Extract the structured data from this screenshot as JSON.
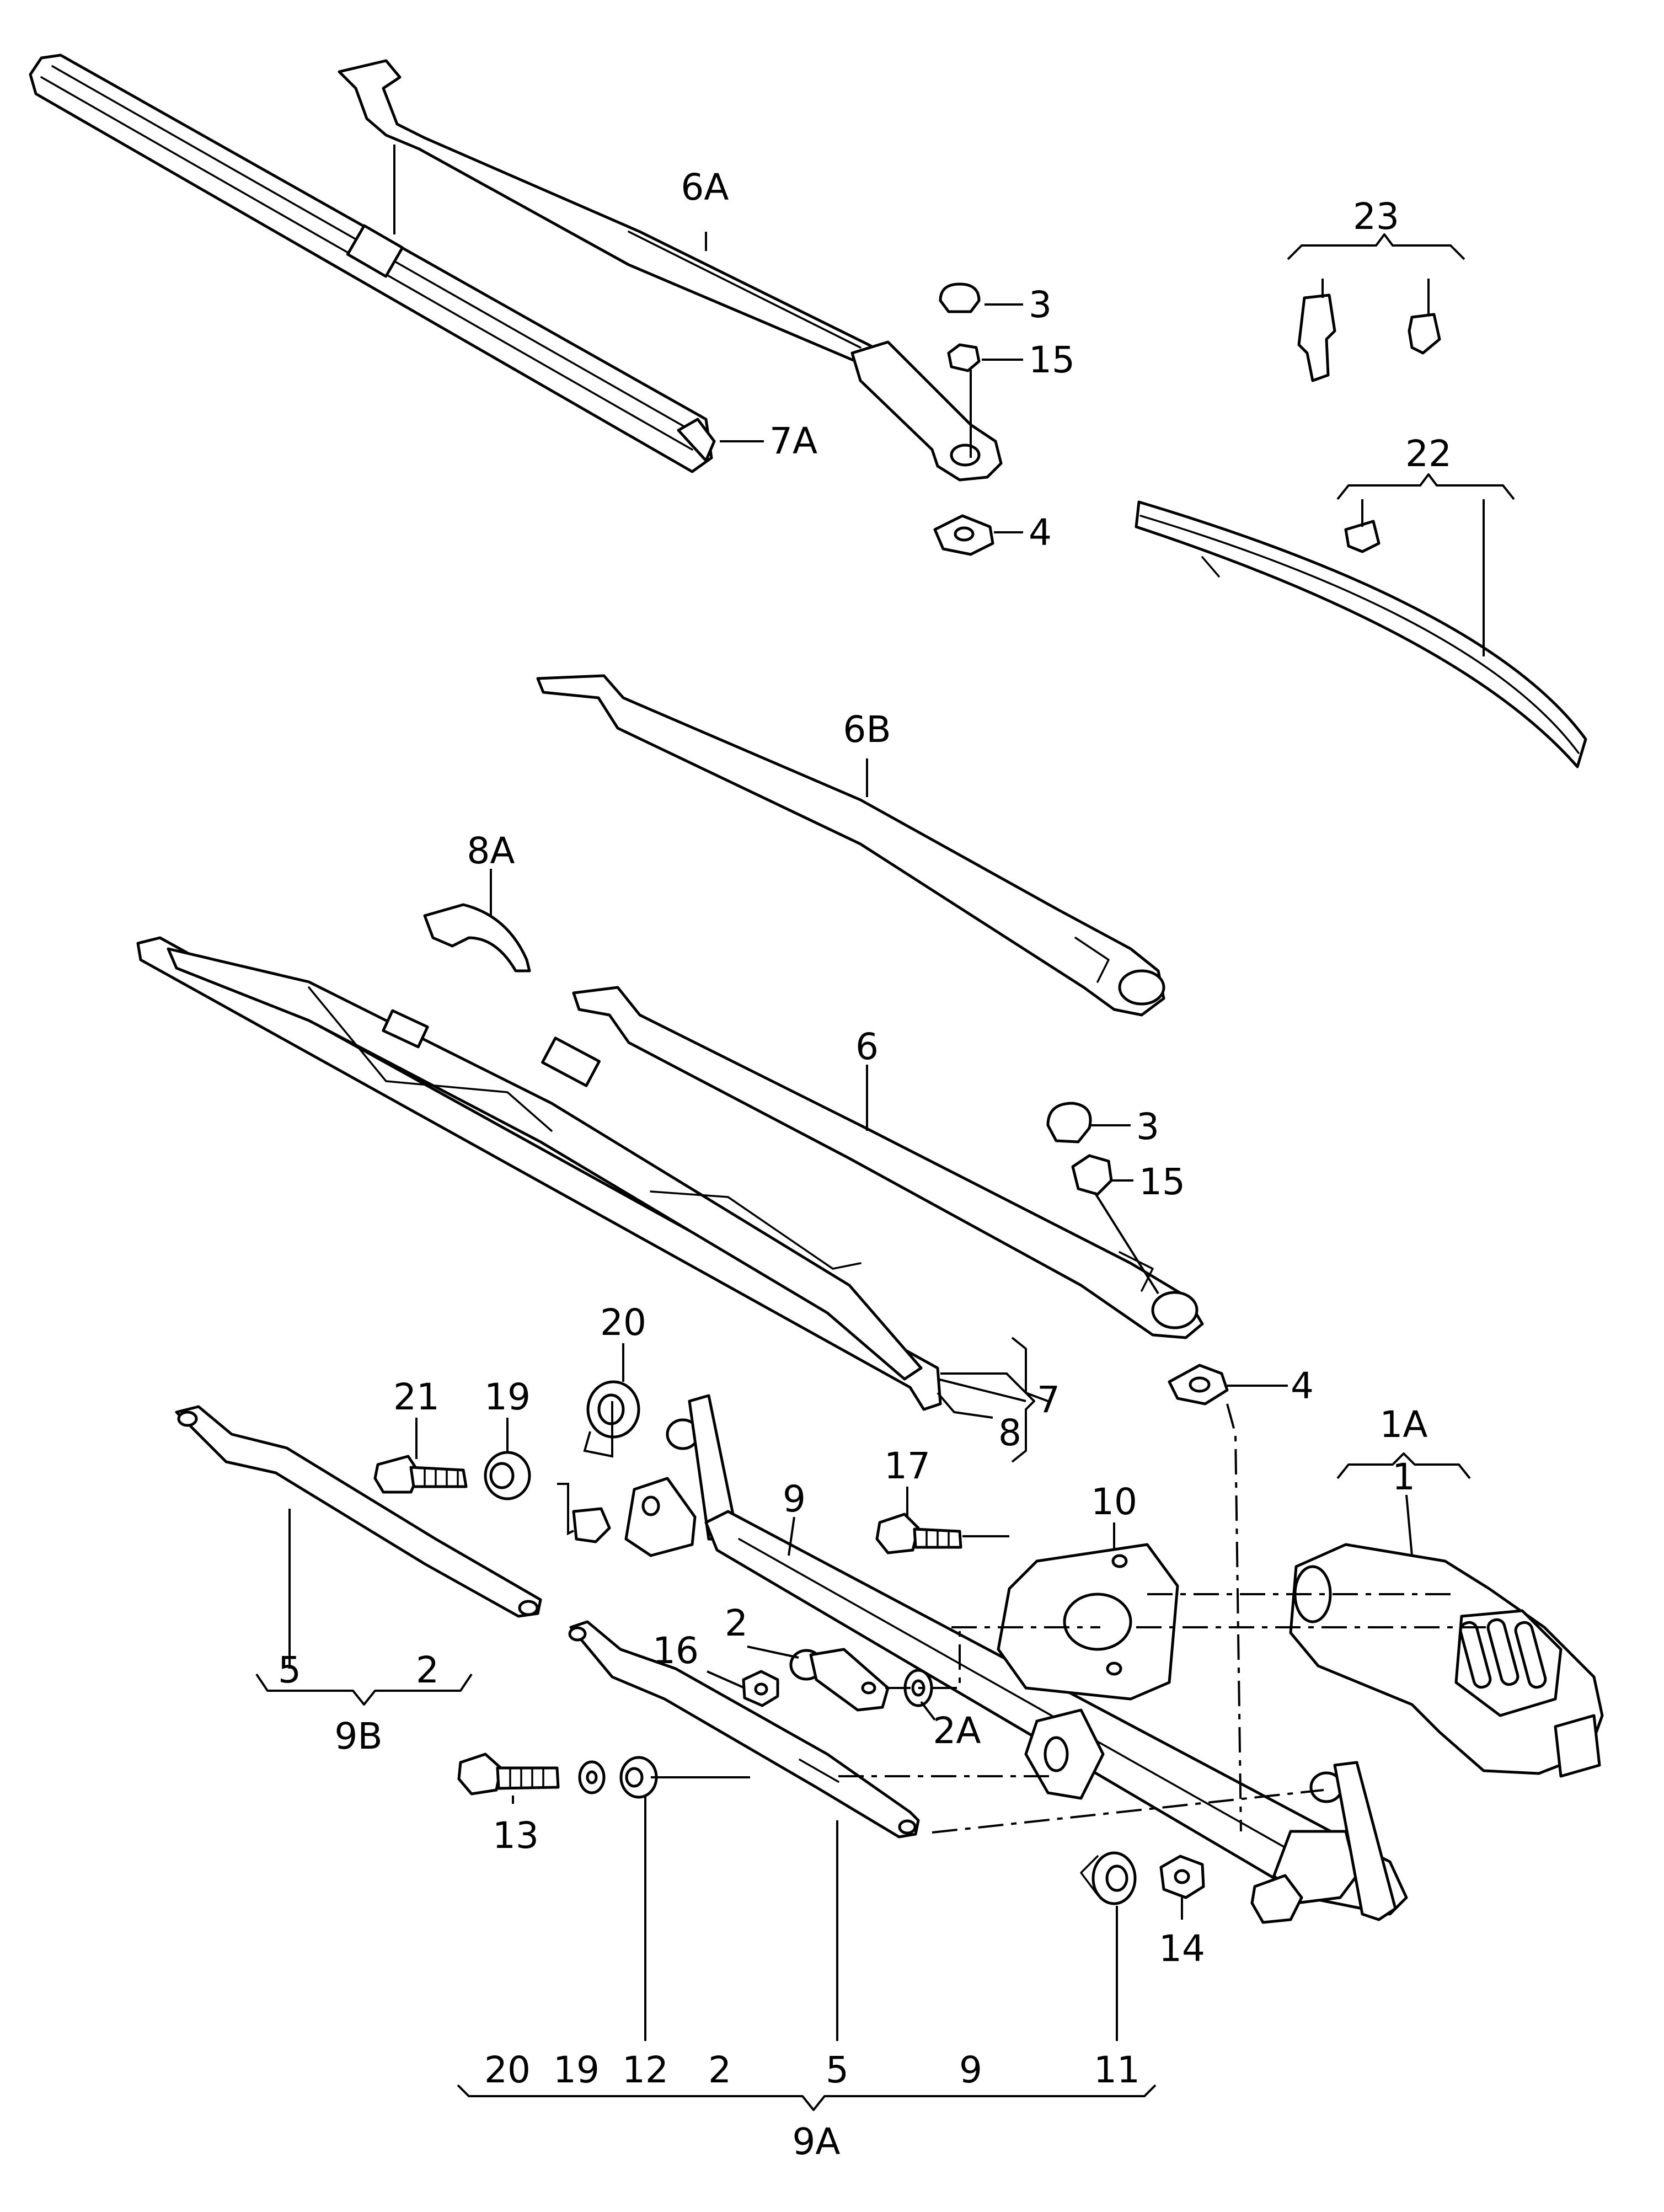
{
  "diagram": {
    "labels": {
      "l_6A": "6A",
      "l_3a": "3",
      "l_15a": "15",
      "l_7A": "7A",
      "l_4a": "4",
      "l_23": "23",
      "l_22": "22",
      "l_6B": "6B",
      "l_8A": "8A",
      "l_6": "6",
      "l_3b": "3",
      "l_15b": "15",
      "l_4b": "4",
      "l_20a": "20",
      "l_21": "21",
      "l_19a": "19",
      "l_7": "7",
      "l_8": "8",
      "l_1A": "1A",
      "l_1": "1",
      "l_9": "9",
      "l_17": "17",
      "l_10": "10",
      "l_2a": "2",
      "l_16": "16",
      "l_2A": "2A",
      "l_5a": "5",
      "l_2b": "2",
      "l_9B": "9B",
      "l_13": "13",
      "l_14": "14",
      "l_k20": "20",
      "l_k19": "19",
      "l_k12": "12",
      "l_k2": "2",
      "l_k5": "5",
      "l_k9": "9",
      "l_k11": "11",
      "l_9A": "9A"
    }
  }
}
